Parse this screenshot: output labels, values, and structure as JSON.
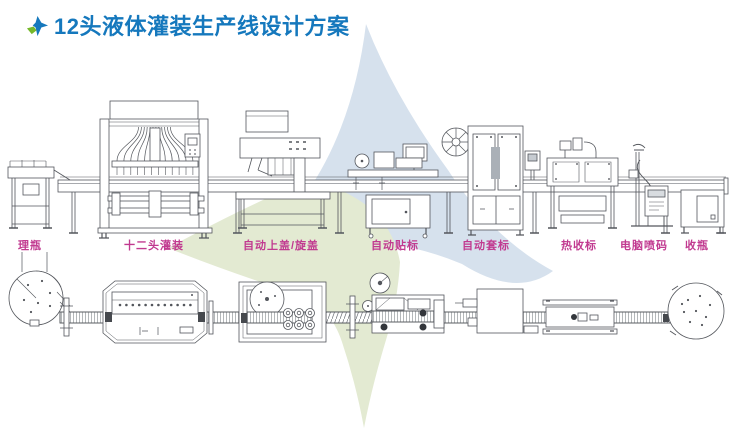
{
  "title": {
    "text": "12头液体灌装生产线设计方案"
  },
  "logo": {
    "icon": "pinwheel-star-logo",
    "blue": "#1578bd",
    "green": "#76b82a"
  },
  "colors": {
    "title_blue": "#1578bd",
    "label_magenta": "#c13a90",
    "watermark_blue": "#d6e1ed",
    "watermark_green": "#e3ead2",
    "line_gray": "#53565c"
  },
  "machines": [
    {
      "id": "unscrambler",
      "label": "理瓶"
    },
    {
      "id": "filler-12-head",
      "label": "十二头灌装"
    },
    {
      "id": "capper",
      "label": "自动上盖/旋盖"
    },
    {
      "id": "sticker-labeler",
      "label": "自动贴标"
    },
    {
      "id": "sleeve-labeler",
      "label": "自动套标"
    },
    {
      "id": "shrink-tunnel",
      "label": "热收标"
    },
    {
      "id": "inkjet-coder",
      "label": "电脑喷码"
    },
    {
      "id": "collecting-table",
      "label": "收瓶"
    }
  ]
}
